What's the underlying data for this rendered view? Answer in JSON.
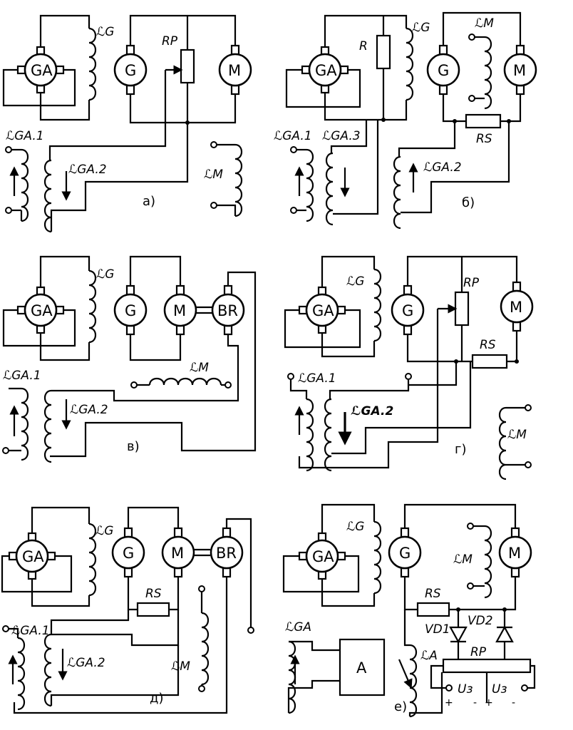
{
  "panels": [
    {
      "caption": "а)",
      "labels": {
        "GA": "GA",
        "G": "G",
        "M": "M",
        "LG": "ℒG",
        "RP": "RP",
        "LGA1": "ℒGA.1",
        "LGA2": "ℒGA.2",
        "LM": "ℒM"
      }
    },
    {
      "caption": "б)",
      "labels": {
        "GA": "GA",
        "G": "G",
        "M": "M",
        "LG": "ℒG",
        "R": "R",
        "RS": "RS",
        "LGA1": "ℒGA.1",
        "LGA2": "ℒGA.2",
        "LGA3": "ℒGA.3",
        "LM": "ℒM"
      }
    },
    {
      "caption": "в)",
      "labels": {
        "GA": "GA",
        "G": "G",
        "M": "M",
        "BR": "BR",
        "LG": "ℒG",
        "LGA1": "ℒGA.1",
        "LGA2": "ℒGA.2",
        "LM": "ℒM"
      }
    },
    {
      "caption": "г)",
      "labels": {
        "GA": "GA",
        "G": "G",
        "M": "M",
        "LG": "ℒG",
        "RP": "RP",
        "RS": "RS",
        "LGA1": "ℒGA.1",
        "LGA2": "ℒGA.2",
        "LM": "ℒM"
      }
    },
    {
      "caption": "д)",
      "labels": {
        "GA": "GA",
        "G": "G",
        "M": "M",
        "BR": "BR",
        "LG": "ℒG",
        "RS": "RS",
        "LGA1": "ℒGA.1",
        "LGA2": "ℒGA.2",
        "LM": "ℒM"
      }
    },
    {
      "caption": "е)",
      "labels": {
        "GA": "GA",
        "G": "G",
        "M": "M",
        "A": "A",
        "LG": "ℒG",
        "LGA": "ℒGA",
        "LA": "ℒA",
        "RS": "RS",
        "RP": "RP",
        "VD1": "VD1",
        "VD2": "VD2",
        "LM": "ℒM",
        "U1": "Uз",
        "U2": "Uз",
        "plus1": "+",
        "minus1": "-",
        "plus2": "+",
        "minus2": "-"
      }
    }
  ]
}
